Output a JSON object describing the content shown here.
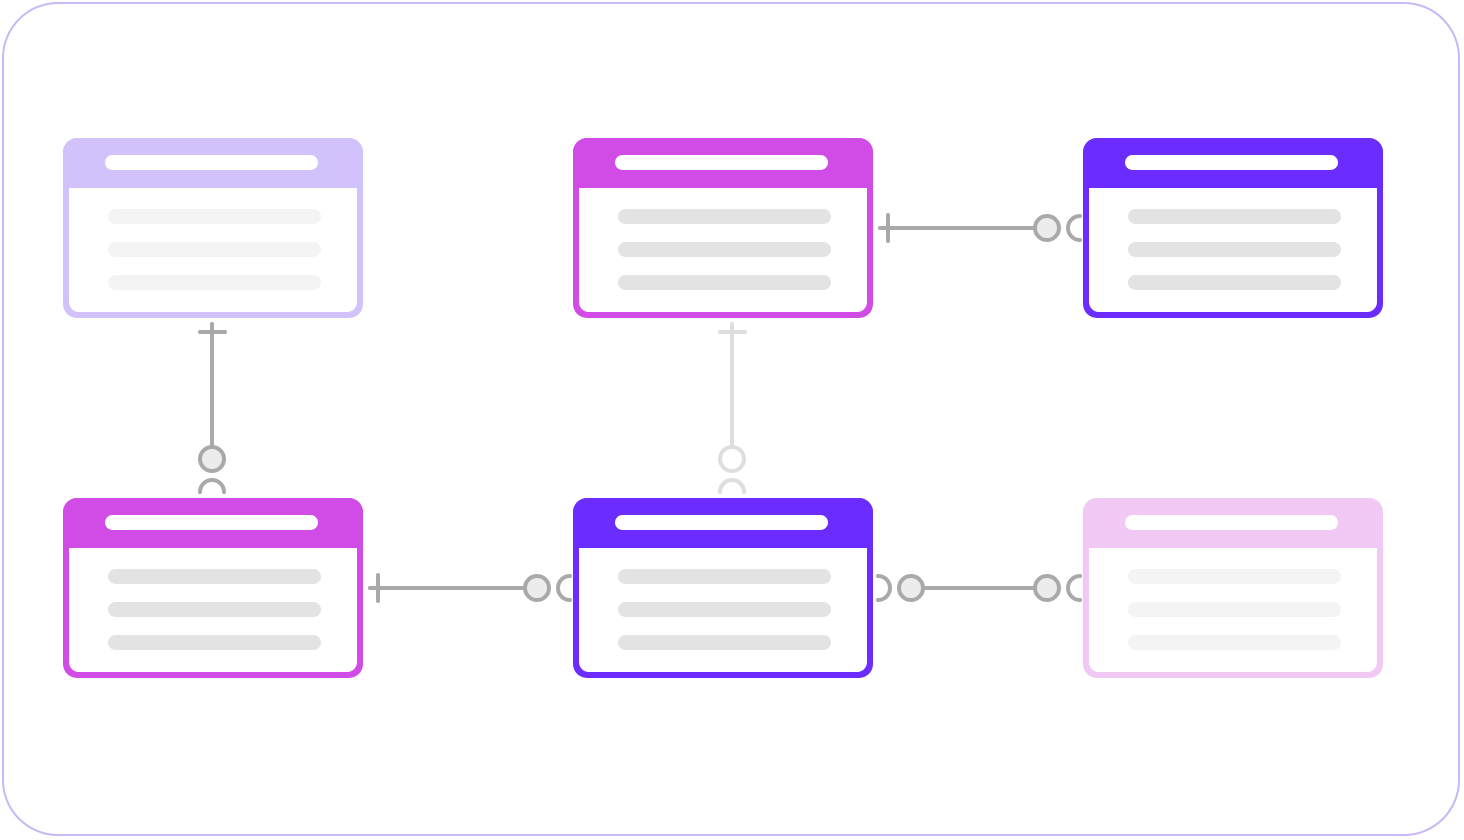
{
  "palette": {
    "canvas_border": "#c9b8f6",
    "connector": "#a9a9a9",
    "connector_faded": "#dedede",
    "connector_fill": "#ececec",
    "row_placeholder": "#e3e3e3",
    "row_placeholder_faded": "#f4f4f4"
  },
  "tables": [
    {
      "id": "t1",
      "color": "#d1c2fb",
      "faded": true
    },
    {
      "id": "t2",
      "color": "#d14be6",
      "faded": false
    },
    {
      "id": "t3",
      "color": "#6a2cff",
      "faded": false
    },
    {
      "id": "t4",
      "color": "#d14be6",
      "faded": false
    },
    {
      "id": "t5",
      "color": "#6a2cff",
      "faded": false
    },
    {
      "id": "t6",
      "color": "#f2c9f4",
      "faded": true
    }
  ],
  "relationships": [
    {
      "from": "t1",
      "to": "t4",
      "from_cardinality": "one",
      "to_cardinality": "zero-or-many",
      "faded": false
    },
    {
      "from": "t2",
      "to": "t5",
      "from_cardinality": "one",
      "to_cardinality": "zero-or-many",
      "faded": true
    },
    {
      "from": "t2",
      "to": "t3",
      "from_cardinality": "one",
      "to_cardinality": "zero-or-many",
      "faded": false
    },
    {
      "from": "t4",
      "to": "t5",
      "from_cardinality": "one",
      "to_cardinality": "zero-or-many",
      "faded": false
    },
    {
      "from": "t5",
      "to": "t6",
      "from_cardinality": "zero-or-many",
      "to_cardinality": "zero-or-many",
      "faded": false
    }
  ]
}
